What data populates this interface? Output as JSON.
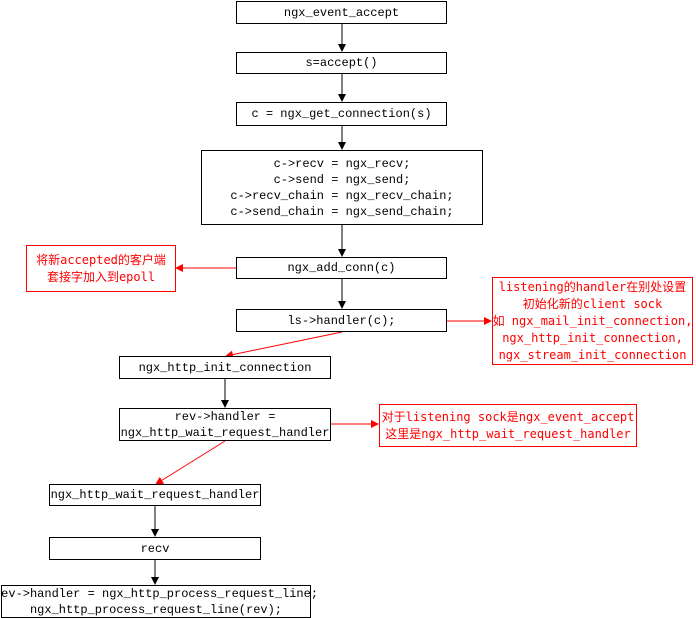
{
  "flow": {
    "accept": "ngx_event_accept",
    "s_accept": "s=accept()",
    "get_conn": "c = ngx_get_connection(s)",
    "assign": [
      "c->recv = ngx_recv;",
      "c->send = ngx_send;",
      "c->recv_chain = ngx_recv_chain;",
      "c->send_chain = ngx_send_chain;"
    ],
    "add_conn": "ngx_add_conn(c)",
    "ls_handler": "ls->handler(c);",
    "http_init": "ngx_http_init_connection",
    "rev_handler": [
      "rev->handler =",
      "ngx_http_wait_request_handler"
    ],
    "wait_req": "ngx_http_wait_request_handler",
    "recv": "recv",
    "process": [
      "rev->handler = ngx_http_process_request_line;",
      "ngx_http_process_request_line(rev);"
    ]
  },
  "notes": {
    "epoll": [
      "将新accepted的客户端",
      "套接字加入到epoll"
    ],
    "listening": [
      "listening的handler在别处设置",
      "初始化新的client sock",
      "如 ngx_mail_init_connection,",
      "ngx_http_init_connection,",
      "ngx_stream_init_connection"
    ],
    "rev": [
      "对于listening sock是ngx_event_accept",
      "这里是ngx_http_wait_request_handler"
    ]
  },
  "colors": {
    "line": "#000000",
    "note": "#ff0000"
  }
}
